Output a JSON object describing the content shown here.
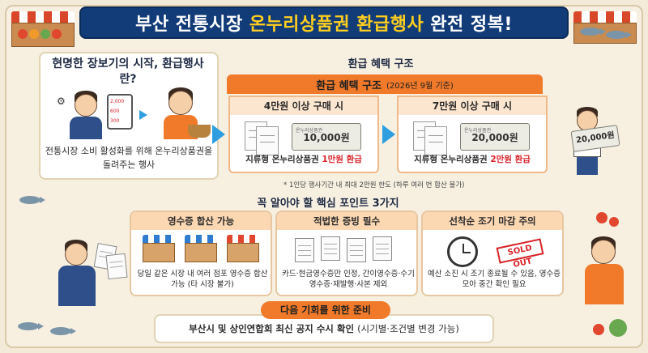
{
  "title": {
    "prefix": "부산 전통시장",
    "highlight": "온누리상품권 환급행사",
    "suffix": "완전 정복!"
  },
  "intro": {
    "heading": "현명한 장보기의 시작, 환급행사란?",
    "description": "전통시장 소비 활성화를 위해 온누리상품권을 돌려주는 행사"
  },
  "benefit": {
    "section_label": "환급 혜택 구조",
    "header_title": "환급 혜택 구조",
    "header_sub": "(2026년 9월 기준)",
    "tiers": [
      {
        "condition": "4만원 이상 구매 시",
        "voucher_value": "10,000원",
        "result_prefix": "지류형 온누리상품권",
        "result_highlight": "1만원 환급"
      },
      {
        "condition": "7만원 이상 구매 시",
        "voucher_value": "20,000원",
        "result_prefix": "지류형 온누리상품권",
        "result_highlight": "2만원 환급"
      }
    ],
    "footnote": "* 1인당 행사기간 내 최대 2만원 한도 (하루 여러 번 합산 불가)",
    "runner_voucher": "20,000원"
  },
  "points": {
    "title": "꼭 알아야 할 핵심 포인트 3가지",
    "items": [
      {
        "heading": "영수증 합산 가능",
        "description": "당일 같은 시장 내 여러 점포 영수증 합산 가능 (타 시장 불가)"
      },
      {
        "heading": "적법한 증빙 필수",
        "description": "카드·현금영수증만 인정, 간이영수증·수기영수증·재발행·사본 제외"
      },
      {
        "heading": "선착순 조기 마감 주의",
        "description": "예산 소진 시 조기 종료될 수 있음, 영수증 모아 중간 확인 필요"
      }
    ],
    "sold_out": "SOLD OUT"
  },
  "phone_prices": [
    "2,000",
    "600",
    "300"
  ],
  "next": {
    "heading": "다음 기회를 위한 준비",
    "bold_text": "부산시 및 상인연합회 최신 공지 수시 확인",
    "normal_text": "(시기별·조건별 변경 가능)"
  },
  "colors": {
    "title_bg": "#123c78",
    "title_highlight": "#ffcf1f",
    "accent_orange": "#f07a2a",
    "refund_red": "#d8242a",
    "arrow_blue": "#2e9ee0"
  }
}
